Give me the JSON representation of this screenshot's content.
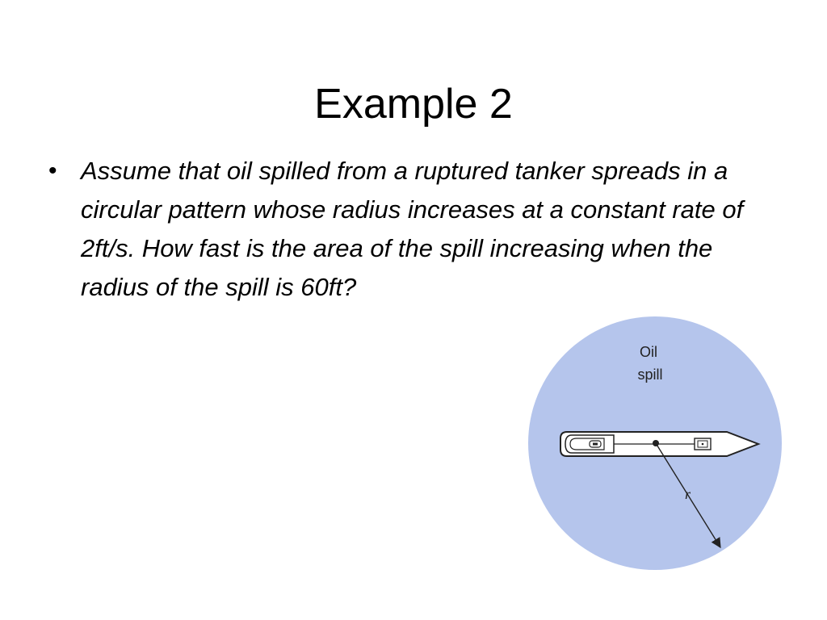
{
  "slide": {
    "title": "Example 2",
    "bullets": [
      {
        "symbol": "•",
        "text": "Assume that oil spilled from a ruptured tanker spreads in a circular pattern whose radius increases at a constant rate of 2ft/s.  How fast is the area of the spill increasing when the radius of the spill is 60ft?"
      }
    ]
  },
  "figure": {
    "label_line1": "Oil",
    "label_line2": "spill",
    "radius_label": "r",
    "colors": {
      "spill_fill": "#b5c5ec",
      "outline": "#222222",
      "ship_fill": "#ffffff"
    }
  }
}
